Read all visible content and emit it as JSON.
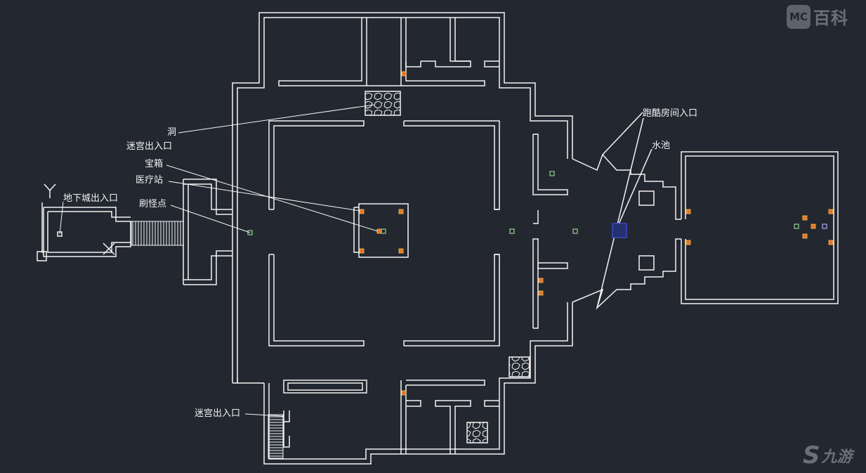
{
  "labels": {
    "cave": "洞",
    "maze_exit_upper": "迷宫出入口",
    "chest": "宝箱",
    "medical_station": "医疗站",
    "spawn_point": "刷怪点",
    "dungeon_exit": "地下城出入口",
    "maze_exit_lower": "迷宫出入口",
    "parkour_entrance": "跑酷房间入口",
    "pool": "水池"
  },
  "watermarks": {
    "mc_badge": "MC",
    "mc_text": "百科",
    "jiuyou_s": "S",
    "jiuyou_text": "九游"
  },
  "colors": {
    "background": "#222730",
    "wall": "#f4f4f4",
    "chest_fill": "#e8702a",
    "chest_inner": "#f7c84a",
    "medical": "#8fd48f",
    "pool": "#3b47c9",
    "spawn": "#a9a9ff",
    "watermark": "#6a7078"
  },
  "icons": [
    "chest-icon",
    "medical-station-icon",
    "cave-hatch-icon",
    "stair-icon",
    "pool-icon",
    "spawn-point-icon"
  ]
}
